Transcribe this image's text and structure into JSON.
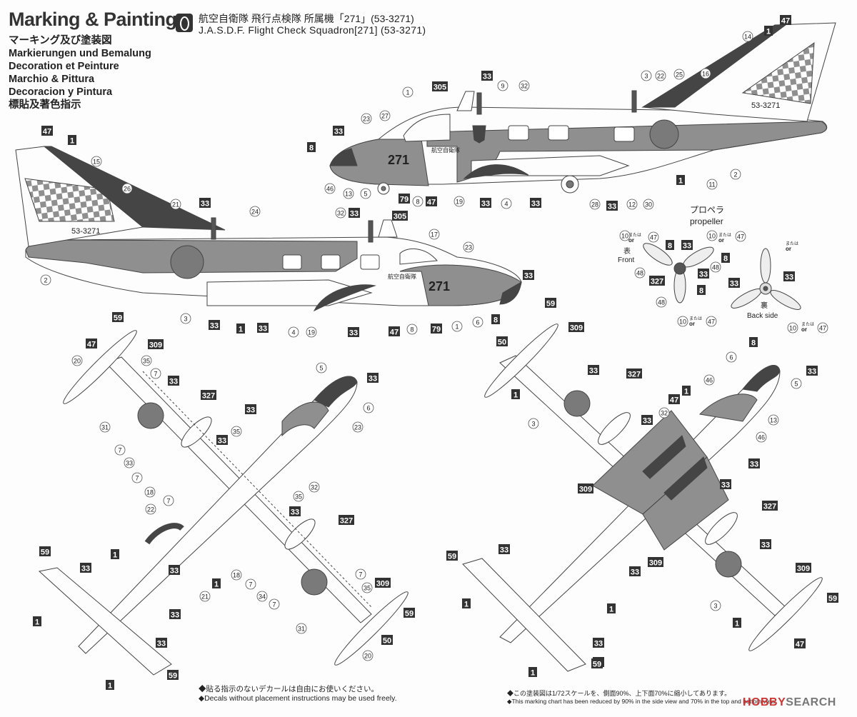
{
  "header": {
    "title": "Marking & Painting",
    "lang_lines": [
      "マーキング及び塗装図",
      "Markierungen und Bemalung",
      "Decoration et Peinture",
      "Marchio & Pittura",
      "Decoracion y Pintura",
      "標貼及著色指示"
    ],
    "scheme_number": "Ⅰ",
    "scheme_jp": "航空自衛隊 飛行点検隊 所属機「271」(53-3271)",
    "scheme_en": "J.A.S.D.F. Flight Check Squadron[271] (53-3271)"
  },
  "aircraft": {
    "serial": "53-3271",
    "nose_code": "271",
    "unit_text": "航空自衛隊"
  },
  "propeller": {
    "title_jp": "プロペラ",
    "title_en": "propeller",
    "front_jp": "表",
    "front_en": "Front",
    "back_jp": "裏",
    "back_en": "Back side",
    "or_jp": "または",
    "or_en": "or"
  },
  "notes": {
    "left_jp": "◆貼る指示のないデカールは自由にお使いください。",
    "left_en": "◆Decals without placement instructions may be used freely.",
    "right_jp": "◆この塗装図は1/72スケールを、側面90%、上下面70%に縮小してあります。",
    "right_en": "◆This marking chart has been reduced by 90% in the side view and 70% in the top and bottom view."
  },
  "watermark": {
    "brand": "HOBBY",
    "rest": "SEARCH"
  },
  "colors": {
    "gray": "#8f8f8f",
    "dark": "#454545",
    "hinomaru": "#7a7a7a",
    "outline": "#444444",
    "box": "#333333"
  },
  "callouts": {
    "side_top": [
      {
        "n": "47",
        "box": true
      },
      {
        "n": "1",
        "box": true
      },
      {
        "n": "14",
        "box": false
      },
      {
        "n": "33",
        "box": true
      },
      {
        "n": "305",
        "box": true
      },
      {
        "n": "9",
        "box": false
      },
      {
        "n": "32",
        "box": false
      },
      {
        "n": "3",
        "box": false
      },
      {
        "n": "22",
        "box": false
      },
      {
        "n": "25",
        "box": false
      },
      {
        "n": "16",
        "box": false
      },
      {
        "n": "1",
        "box": false
      },
      {
        "n": "23",
        "box": false
      },
      {
        "n": "27",
        "box": false
      },
      {
        "n": "33",
        "box": true
      },
      {
        "n": "8",
        "box": true
      },
      {
        "n": "46",
        "box": false
      },
      {
        "n": "13",
        "box": false
      },
      {
        "n": "5",
        "box": false
      },
      {
        "n": "79",
        "box": true
      },
      {
        "n": "8",
        "box": false
      },
      {
        "n": "47",
        "box": true
      },
      {
        "n": "19",
        "box": false
      },
      {
        "n": "33",
        "box": true
      },
      {
        "n": "4",
        "box": false
      },
      {
        "n": "33",
        "box": true
      },
      {
        "n": "28",
        "box": false
      },
      {
        "n": "33",
        "box": true
      },
      {
        "n": "12",
        "box": false
      },
      {
        "n": "30",
        "box": false
      },
      {
        "n": "1",
        "box": true
      },
      {
        "n": "11",
        "box": false
      },
      {
        "n": "2",
        "box": false
      }
    ],
    "side_bottom": [
      {
        "n": "47",
        "box": true
      },
      {
        "n": "1",
        "box": true
      },
      {
        "n": "15",
        "box": false
      },
      {
        "n": "26",
        "box": false
      },
      {
        "n": "21",
        "box": false
      },
      {
        "n": "33",
        "box": true
      },
      {
        "n": "24",
        "box": false
      },
      {
        "n": "32",
        "box": false
      },
      {
        "n": "33",
        "box": true
      },
      {
        "n": "305",
        "box": true
      },
      {
        "n": "17",
        "box": false
      },
      {
        "n": "23",
        "box": false
      },
      {
        "n": "33",
        "box": true
      },
      {
        "n": "2",
        "box": false
      },
      {
        "n": "3",
        "box": false
      },
      {
        "n": "33",
        "box": true
      },
      {
        "n": "1",
        "box": true
      },
      {
        "n": "33",
        "box": true
      },
      {
        "n": "4",
        "box": false
      },
      {
        "n": "19",
        "box": false
      },
      {
        "n": "33",
        "box": true
      },
      {
        "n": "47",
        "box": true
      },
      {
        "n": "8",
        "box": false
      },
      {
        "n": "79",
        "box": true
      },
      {
        "n": "1",
        "box": false
      },
      {
        "n": "6",
        "box": false
      },
      {
        "n": "8",
        "box": true
      }
    ],
    "prop": [
      {
        "n": "10",
        "box": false
      },
      {
        "n": "47",
        "box": false
      },
      {
        "n": "8",
        "box": true
      },
      {
        "n": "33",
        "box": true
      },
      {
        "n": "10",
        "box": false
      },
      {
        "n": "47",
        "box": false
      },
      {
        "n": "8",
        "box": true
      },
      {
        "n": "48",
        "box": false
      },
      {
        "n": "33",
        "box": true
      },
      {
        "n": "48",
        "box": false
      },
      {
        "n": "327",
        "box": true
      },
      {
        "n": "8",
        "box": true
      },
      {
        "n": "48",
        "box": false
      },
      {
        "n": "10",
        "box": false
      },
      {
        "n": "47",
        "box": false
      },
      {
        "n": "33",
        "box": true
      },
      {
        "n": "33",
        "box": true
      },
      {
        "n": "10",
        "box": false
      },
      {
        "n": "47",
        "box": false
      }
    ],
    "plan_left": [
      {
        "n": "59",
        "box": true
      },
      {
        "n": "309",
        "box": true
      },
      {
        "n": "47",
        "box": true
      },
      {
        "n": "20",
        "box": false
      },
      {
        "n": "35",
        "box": false
      },
      {
        "n": "7",
        "box": false
      },
      {
        "n": "33",
        "box": true
      },
      {
        "n": "5",
        "box": false
      },
      {
        "n": "33",
        "box": true
      },
      {
        "n": "6",
        "box": false
      },
      {
        "n": "327",
        "box": true
      },
      {
        "n": "23",
        "box": false
      },
      {
        "n": "31",
        "box": false
      },
      {
        "n": "33",
        "box": true
      },
      {
        "n": "35",
        "box": false
      },
      {
        "n": "7",
        "box": false
      },
      {
        "n": "33",
        "box": true
      },
      {
        "n": "33",
        "box": false
      },
      {
        "n": "7",
        "box": false
      },
      {
        "n": "32",
        "box": false
      },
      {
        "n": "18",
        "box": false
      },
      {
        "n": "35",
        "box": false
      },
      {
        "n": "7",
        "box": false
      },
      {
        "n": "33",
        "box": true
      },
      {
        "n": "22",
        "box": false
      },
      {
        "n": "327",
        "box": true
      },
      {
        "n": "59",
        "box": true
      },
      {
        "n": "1",
        "box": true
      },
      {
        "n": "33",
        "box": true
      },
      {
        "n": "33",
        "box": true
      },
      {
        "n": "1",
        "box": true
      },
      {
        "n": "18",
        "box": false
      },
      {
        "n": "7",
        "box": false
      },
      {
        "n": "33",
        "box": true
      },
      {
        "n": "21",
        "box": false
      },
      {
        "n": "7",
        "box": false
      },
      {
        "n": "309",
        "box": true
      },
      {
        "n": "35",
        "box": false
      },
      {
        "n": "34",
        "box": false
      },
      {
        "n": "7",
        "box": false
      },
      {
        "n": "59",
        "box": true
      },
      {
        "n": "31",
        "box": false
      },
      {
        "n": "1",
        "box": true
      },
      {
        "n": "33",
        "box": true
      },
      {
        "n": "50",
        "box": true
      },
      {
        "n": "20",
        "box": false
      },
      {
        "n": "59",
        "box": true
      },
      {
        "n": "1",
        "box": true
      }
    ],
    "plan_right": [
      {
        "n": "59",
        "box": true
      },
      {
        "n": "309",
        "box": true
      },
      {
        "n": "50",
        "box": true
      },
      {
        "n": "33",
        "box": true
      },
      {
        "n": "327",
        "box": true
      },
      {
        "n": "1",
        "box": true
      },
      {
        "n": "8",
        "box": true
      },
      {
        "n": "6",
        "box": false
      },
      {
        "n": "33",
        "box": true
      },
      {
        "n": "46",
        "box": false
      },
      {
        "n": "5",
        "box": false
      },
      {
        "n": "1",
        "box": true
      },
      {
        "n": "47",
        "box": true
      },
      {
        "n": "3",
        "box": false
      },
      {
        "n": "33",
        "box": true
      },
      {
        "n": "32",
        "box": false
      },
      {
        "n": "13",
        "box": false
      },
      {
        "n": "46",
        "box": false
      },
      {
        "n": "33",
        "box": true
      },
      {
        "n": "309",
        "box": true
      },
      {
        "n": "33",
        "box": true
      },
      {
        "n": "327",
        "box": true
      },
      {
        "n": "59",
        "box": true
      },
      {
        "n": "33",
        "box": true
      },
      {
        "n": "33",
        "box": true
      },
      {
        "n": "33",
        "box": true
      },
      {
        "n": "309",
        "box": true
      },
      {
        "n": "1",
        "box": true
      },
      {
        "n": "33",
        "box": true
      },
      {
        "n": "309",
        "box": true
      },
      {
        "n": "1",
        "box": true
      },
      {
        "n": "3",
        "box": false
      },
      {
        "n": "1",
        "box": true
      },
      {
        "n": "59",
        "box": true
      },
      {
        "n": "33",
        "box": true
      },
      {
        "n": "1",
        "box": true
      },
      {
        "n": "59",
        "box": true
      },
      {
        "n": "47",
        "box": true
      }
    ]
  }
}
